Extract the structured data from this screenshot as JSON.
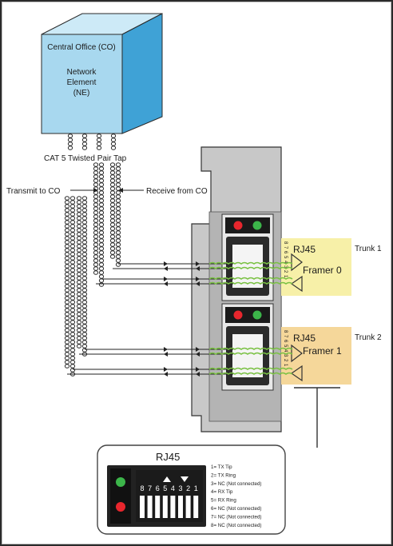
{
  "central_office": {
    "title": "Central Office (CO)",
    "element_line1": "Network",
    "element_line2": "Element",
    "element_line3": "(NE)"
  },
  "labels": {
    "tap": "CAT 5 Twisted Pair Tap",
    "transmit": "Transmit to CO",
    "receive": "Receive from CO"
  },
  "trunks": [
    {
      "name": "Trunk 1",
      "connector": "RJ45",
      "framer": "Framer 0",
      "pins": "8 7 6 5 4 3 2 1",
      "color": "#f7f0a8"
    },
    {
      "name": "Trunk 2",
      "connector": "RJ45",
      "framer": "Framer 1",
      "pins": "8 7 6 5 4 3 2 1",
      "color": "#f5d79a"
    }
  ],
  "detail": {
    "title": "RJ45",
    "pins": [
      "8",
      "7",
      "6",
      "5",
      "4",
      "3",
      "2",
      "1"
    ],
    "legend": [
      "1= TX Tip",
      "2= TX Ring",
      "3= NC (Not connected)",
      "4= RX Tip",
      "5= RX Ring",
      "6= NC (Not connected)",
      "7= NC (Not connected)",
      "8= NC (Not connected)"
    ]
  },
  "colors": {
    "box_front": "#a8d8ef",
    "box_side": "#3fa2d6",
    "box_top": "#cdeaf7",
    "card": "#c8c8c8",
    "green_wire": "#7ac143",
    "led_red": "#e8262d",
    "led_green": "#3cb54a"
  }
}
